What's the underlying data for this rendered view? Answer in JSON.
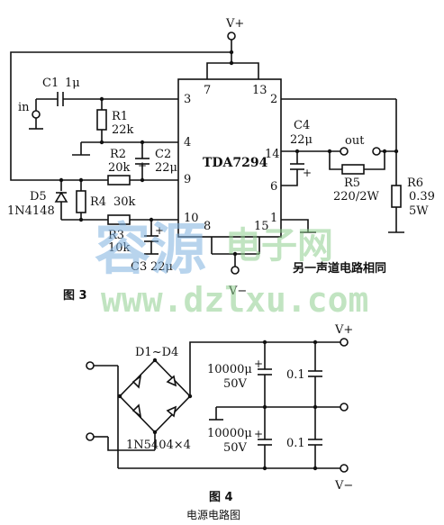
{
  "figure3": {
    "caption": "图 3",
    "ic": {
      "name": "TDA7294",
      "pins": {
        "p3": "3",
        "p7": "7",
        "p13": "13",
        "p2": "2",
        "p4": "4",
        "p14": "14",
        "p9": "9",
        "p6": "6",
        "p10": "10",
        "p8": "8",
        "p15": "15",
        "p1": "1"
      }
    },
    "vplus": "V+",
    "vminus": "V−",
    "input": "in",
    "output": "out",
    "c1": {
      "ref": "C1",
      "val": "1μ"
    },
    "r1": {
      "ref": "R1",
      "val": "22k"
    },
    "r2": {
      "ref": "R2",
      "val": "20k"
    },
    "c2": {
      "ref": "C2",
      "val": "22μ"
    },
    "r4": {
      "ref": "R4",
      "val": "30k"
    },
    "d5": {
      "ref": "D5",
      "val": "1N4148"
    },
    "r3": {
      "ref": "R3",
      "val": "10k"
    },
    "c3": {
      "ref": "C3",
      "val": "22μ"
    },
    "c4": {
      "ref": "C4",
      "val": "22μ"
    },
    "r5": {
      "ref": "R5",
      "val": "220/2W"
    },
    "r6": {
      "ref": "R6",
      "val1": "0.39",
      "val2": "5W"
    },
    "note": "另一声道电路相同"
  },
  "figure4": {
    "caption": "图 4",
    "bridge": "D1~D4",
    "diodes": "1N5404×4",
    "cap_top": {
      "val1": "10000μ",
      "val2": "50V"
    },
    "cap_bot": {
      "val1": "10000μ",
      "val2": "50V"
    },
    "c_small_top": "0.1",
    "c_small_bot": "0.1",
    "vplus": "V+",
    "vminus": "V−"
  },
  "subtitle": "电源电路图",
  "watermark": {
    "line1": "容源",
    "line2": "电子网",
    "line3": "www.dzlxu.com"
  }
}
